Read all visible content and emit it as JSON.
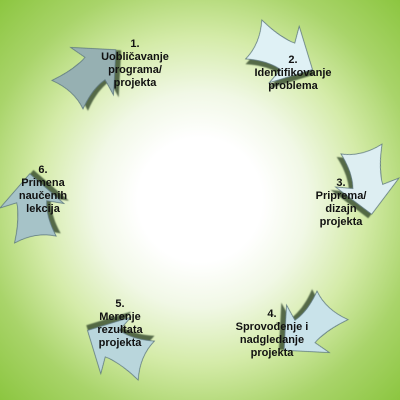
{
  "steps": [
    {
      "num": "1.",
      "lines": [
        "Uobličavanje",
        "programa/",
        "projekta"
      ],
      "color": "#dff1f5"
    },
    {
      "num": "2.",
      "lines": [
        "Identifikovanje",
        "problema"
      ],
      "color": "#ddeef2"
    },
    {
      "num": "3.",
      "lines": [
        "Priprema/",
        "dizajn",
        "projekta"
      ],
      "color": "#c9e3ea"
    },
    {
      "num": "4.",
      "lines": [
        "Sprovođenje i",
        "nadgledanje",
        "projekta"
      ],
      "color": "#b9d6dc"
    },
    {
      "num": "5.",
      "lines": [
        "Merenje",
        "rezultata",
        "projekta"
      ],
      "color": "#a6c3c8"
    },
    {
      "num": "6.",
      "lines": [
        "Primena",
        "naučenih",
        "lekcija"
      ],
      "color": "#96b0b2"
    }
  ]
}
